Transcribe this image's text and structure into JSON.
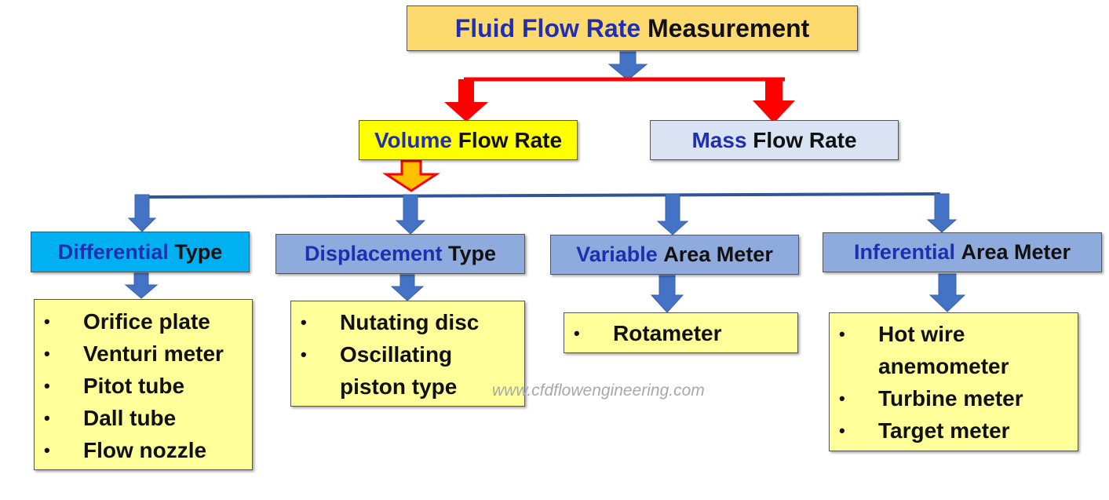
{
  "title": {
    "highlight": "Fluid Flow Rate",
    "rest": "Measurement"
  },
  "categories": [
    {
      "highlight": "Volume",
      "rest": "Flow Rate"
    },
    {
      "highlight": "Mass",
      "rest": "Flow Rate"
    }
  ],
  "types": [
    {
      "highlight": "Differential",
      "rest": "Type",
      "items": [
        "Orifice plate",
        "Venturi meter",
        "Pitot tube",
        "Dall tube",
        "Flow nozzle"
      ]
    },
    {
      "highlight": "Displacement",
      "rest": "Type",
      "items": [
        "Nutating disc",
        "Oscillating piston type"
      ]
    },
    {
      "highlight": "Variable",
      "rest": "Area Meter",
      "items": [
        "Rotameter"
      ]
    },
    {
      "highlight": "Inferential",
      "rest": "Area Meter",
      "items": [
        "Hot wire anemometer",
        "Turbine meter",
        "Target meter"
      ]
    }
  ],
  "watermark": "www.cfdflowengineering.com",
  "colors": {
    "title_fill": "#fdd96e",
    "volume_fill": "#ffff00",
    "mass_fill": "#dae3f3",
    "differential_fill": "#00b0f0",
    "type_fill": "#8faadc",
    "list_fill": "#ffff99",
    "highlight_text": "#1f2fb0",
    "blue_arrow": "#4472c4",
    "red_arrow": "#ff0000",
    "orange_arrow": "#ffc000"
  }
}
